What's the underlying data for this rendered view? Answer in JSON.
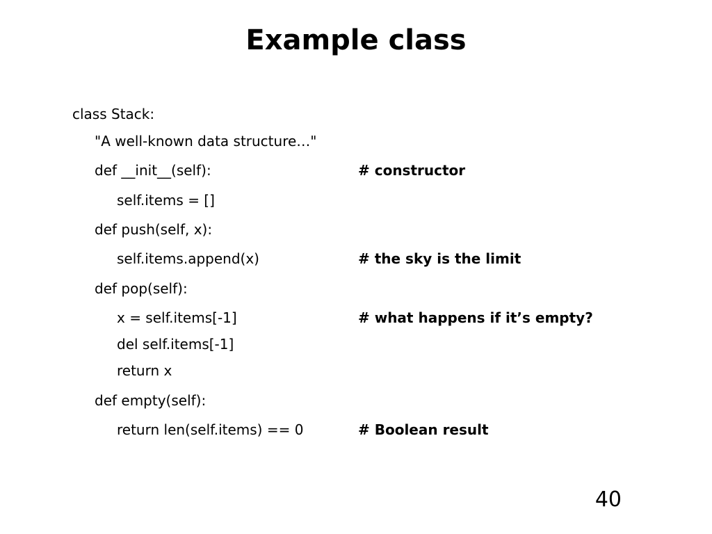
{
  "slide": {
    "title": "Example class",
    "page_number": "40"
  },
  "code": {
    "lines": [
      {
        "text": "class Stack:",
        "comment": ""
      },
      {
        "text": "\"A well-known data structure…\"",
        "comment": ""
      },
      {
        "text": "def __init__(self):",
        "comment": "# constructor"
      },
      {
        "text": "self.items = []",
        "comment": ""
      },
      {
        "text": "def push(self, x):",
        "comment": ""
      },
      {
        "text": "self.items.append(x)",
        "comment": "# the sky is the limit"
      },
      {
        "text": "def pop(self):",
        "comment": ""
      },
      {
        "text": "x = self.items[-1]",
        "comment": "# what happens if it’s empty?"
      },
      {
        "text": "del self.items[-1]",
        "comment": ""
      },
      {
        "text": "return x",
        "comment": ""
      },
      {
        "text": "def empty(self):",
        "comment": ""
      },
      {
        "text": "return len(self.items) == 0",
        "comment": "# Boolean result"
      }
    ]
  }
}
